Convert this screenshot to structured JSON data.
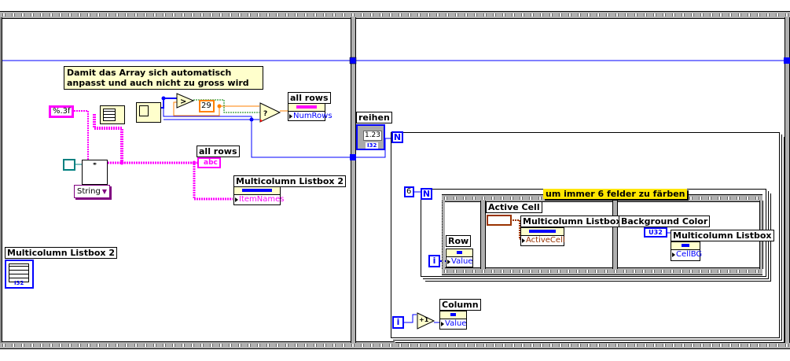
{
  "diagram": {
    "type": "labview-block-diagram",
    "frame_1": {
      "comment": "Damit das Array sich automatisch anpasst und auch nicht zu gross wird",
      "format_constant": "%.3f",
      "max_constant": "29",
      "type_dropdown": "String",
      "indicator_all_rows_numrows": {
        "label": "all rows",
        "property": "NumRows"
      },
      "indicator_all_rows_string": {
        "label": "all rows",
        "glyph": "abc"
      },
      "listbox_itemnames": {
        "label": "Multicolumn Listbox 2",
        "property": "ItemNames"
      },
      "listbox_terminal": {
        "label": "Multicolumn Listbox 2",
        "type": "I32"
      }
    },
    "frame_2": {
      "reihen": {
        "label": "reihen",
        "display": "1.23",
        "type": "I32"
      },
      "outer_loop": {
        "count_label": "N",
        "iter_label": "i"
      },
      "inner_loop": {
        "count_constant": "6",
        "count_label": "N",
        "iter_label": "i"
      },
      "yellow_comment": "um immer 6 felder zu färben",
      "row_node": {
        "label": "Row",
        "property": "Value"
      },
      "active_cell": {
        "label": "Active Cell",
        "listbox": "Multicolumn Listbox",
        "property": "ActiveCell"
      },
      "background_color": {
        "label": "Background Color",
        "constant_type": "U32",
        "listbox": "Multicolumn Listbox",
        "property": "CellBG"
      },
      "column_node": {
        "label": "Column",
        "property": "Value",
        "increment": "+1"
      }
    }
  },
  "colors": {
    "wire_blue": "#0000ff",
    "wire_pink": "#ff00ff",
    "wire_orange": "#ff8000",
    "wire_brown": "#993300",
    "wire_green": "#008000",
    "frame_gray": "#b0b0b0",
    "comment_yellow": "#ffffcc",
    "highlight_yellow": "#ffe600"
  }
}
